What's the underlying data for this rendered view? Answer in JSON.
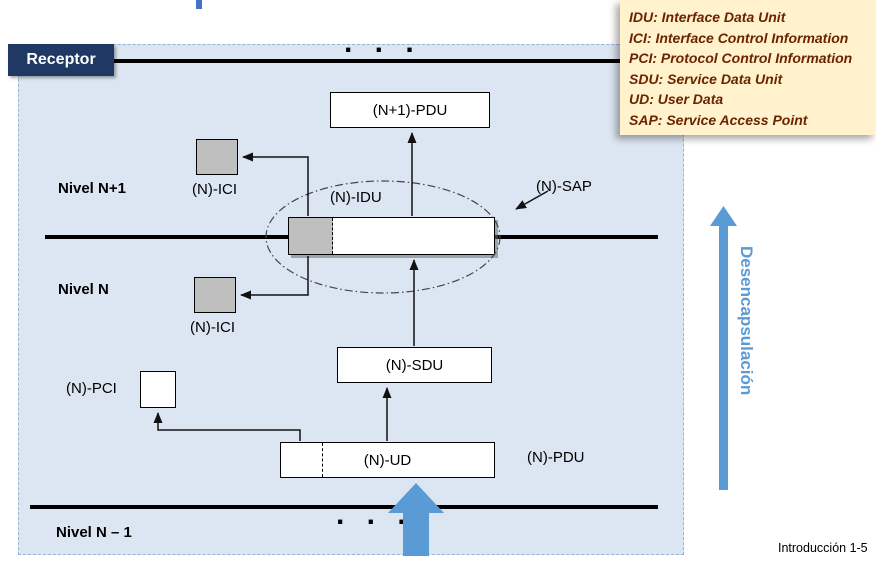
{
  "badge": {
    "label": "Receptor"
  },
  "legend": {
    "items": [
      "IDU: Interface Data Unit",
      "ICI: Interface Control Information",
      "PCI: Protocol Control Information",
      "SDU: Service Data Unit",
      "UD: User Data",
      "SAP: Service Access Point"
    ]
  },
  "levels": {
    "top": "Nivel N+1",
    "middle": "Nivel N",
    "bottom": "Nivel N – 1"
  },
  "nodes": {
    "n1_pdu": "(N+1)-PDU",
    "ici_top": "(N)-ICI",
    "ici_bottom": "(N)-ICI",
    "idu": "(N)-IDU",
    "sap": "(N)-SAP",
    "sdu": "(N)-SDU",
    "pci": "(N)-PCI",
    "ud": "(N)-UD",
    "pdu": "(N)-PDU"
  },
  "ellipsis": {
    "top": ". . .",
    "bottom": ". . ."
  },
  "arrow_label": "Desencapsulación",
  "footer": "Introducción 1-5",
  "colors": {
    "accent_blue": "#5B9BD5",
    "dark_blue_badge": "#1F3864",
    "panel_bg": "#DCE6F2",
    "panel_border": "#95B3D7",
    "legend_bg": "#FFF2CC",
    "legend_text": "#6B2300",
    "gray_box": "#BFBFBF",
    "line_black": "#000000"
  }
}
